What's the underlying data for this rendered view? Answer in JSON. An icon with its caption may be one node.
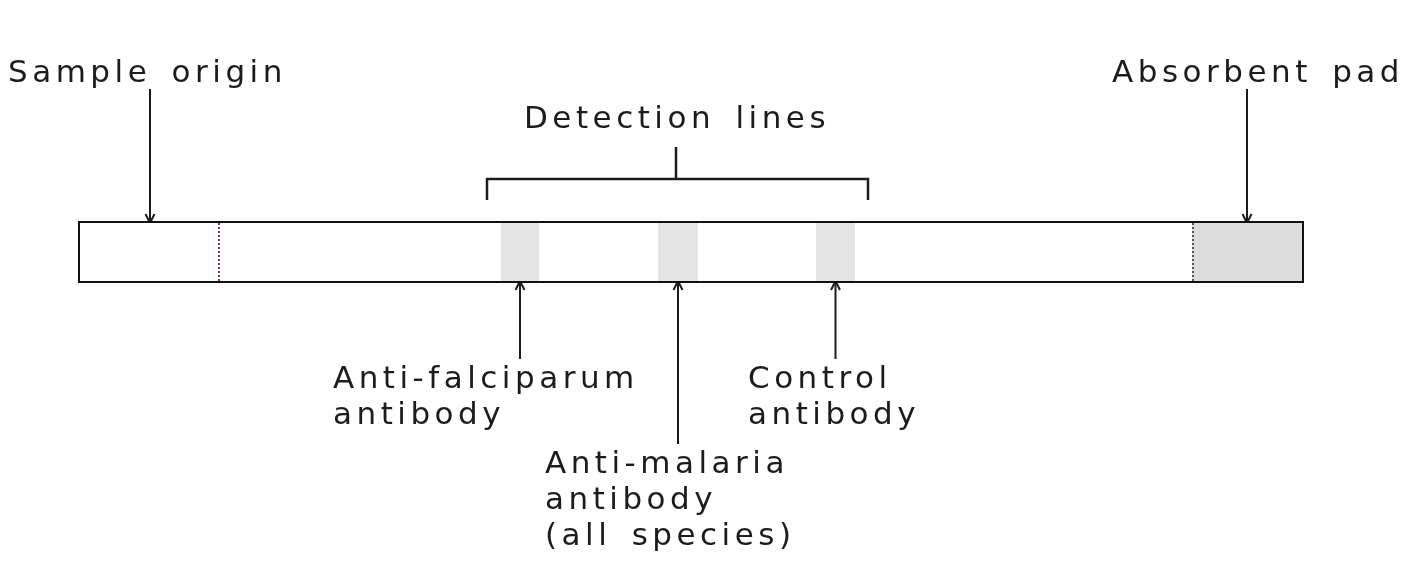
{
  "diagram": {
    "nodes": [
      {
        "text": [
          "Sample origin"
        ]
      },
      {
        "text": [
          "Absorbent pad"
        ]
      },
      {
        "text": [],
        "shape": "box"
      },
      {
        "text": [],
        "shape": "box",
        "in": 2
      },
      {
        "text": [],
        "shape": "bar",
        "in": 2
      },
      {
        "text": [],
        "shape": "bar",
        "in": 2
      },
      {
        "text": [],
        "shape": "bar",
        "in": 2
      },
      {
        "text": [],
        "shape": "box",
        "in": 2
      },
      {
        "text": [
          "Anti-falciparum antibody"
        ]
      },
      {
        "text": [
          "Anti-malaria antibody (all species)"
        ]
      },
      {
        "text": [
          "Control antibody"
        ]
      }
    ],
    "edges": [
      {
        "from": 0,
        "to": 3,
        "arrow": "to"
      },
      {
        "from": 1,
        "to": 7,
        "arrow": "to"
      },
      {
        "from": 8,
        "to": 4,
        "arrow": "to"
      },
      {
        "from": 9,
        "to": 5,
        "arrow": "to"
      },
      {
        "from": 10,
        "to": 6,
        "arrow": "to"
      }
    ],
    "labels": [
      "Detection lines"
    ]
  }
}
